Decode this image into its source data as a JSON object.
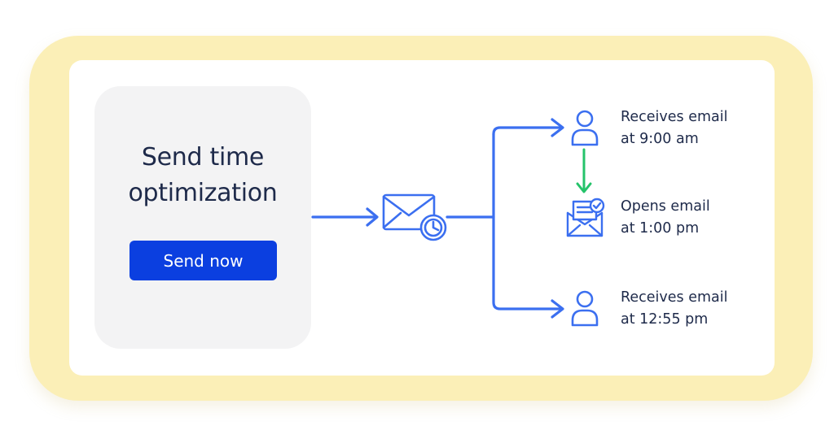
{
  "panel": {
    "title_line1": "Send time",
    "title_line2": "optimization",
    "button_label": "Send now"
  },
  "outcomes": [
    {
      "line1": "Receives email",
      "line2": "at 9:00 am",
      "icon": "user-icon"
    },
    {
      "line1": "Opens email",
      "line2": "at 1:00 pm",
      "icon": "opened-email-icon"
    },
    {
      "line1": "Receives email",
      "line2": "at 12:55 pm",
      "icon": "user-icon"
    }
  ],
  "center_icon": "email-scheduled-icon",
  "colors": {
    "frame": "#fbefb7",
    "card": "#ffffff",
    "panel": "#f3f3f4",
    "button": "#0b3fe0",
    "flow": "#3b6ff0",
    "open_arrow": "#25c36a",
    "text": "#1e2a4a"
  }
}
